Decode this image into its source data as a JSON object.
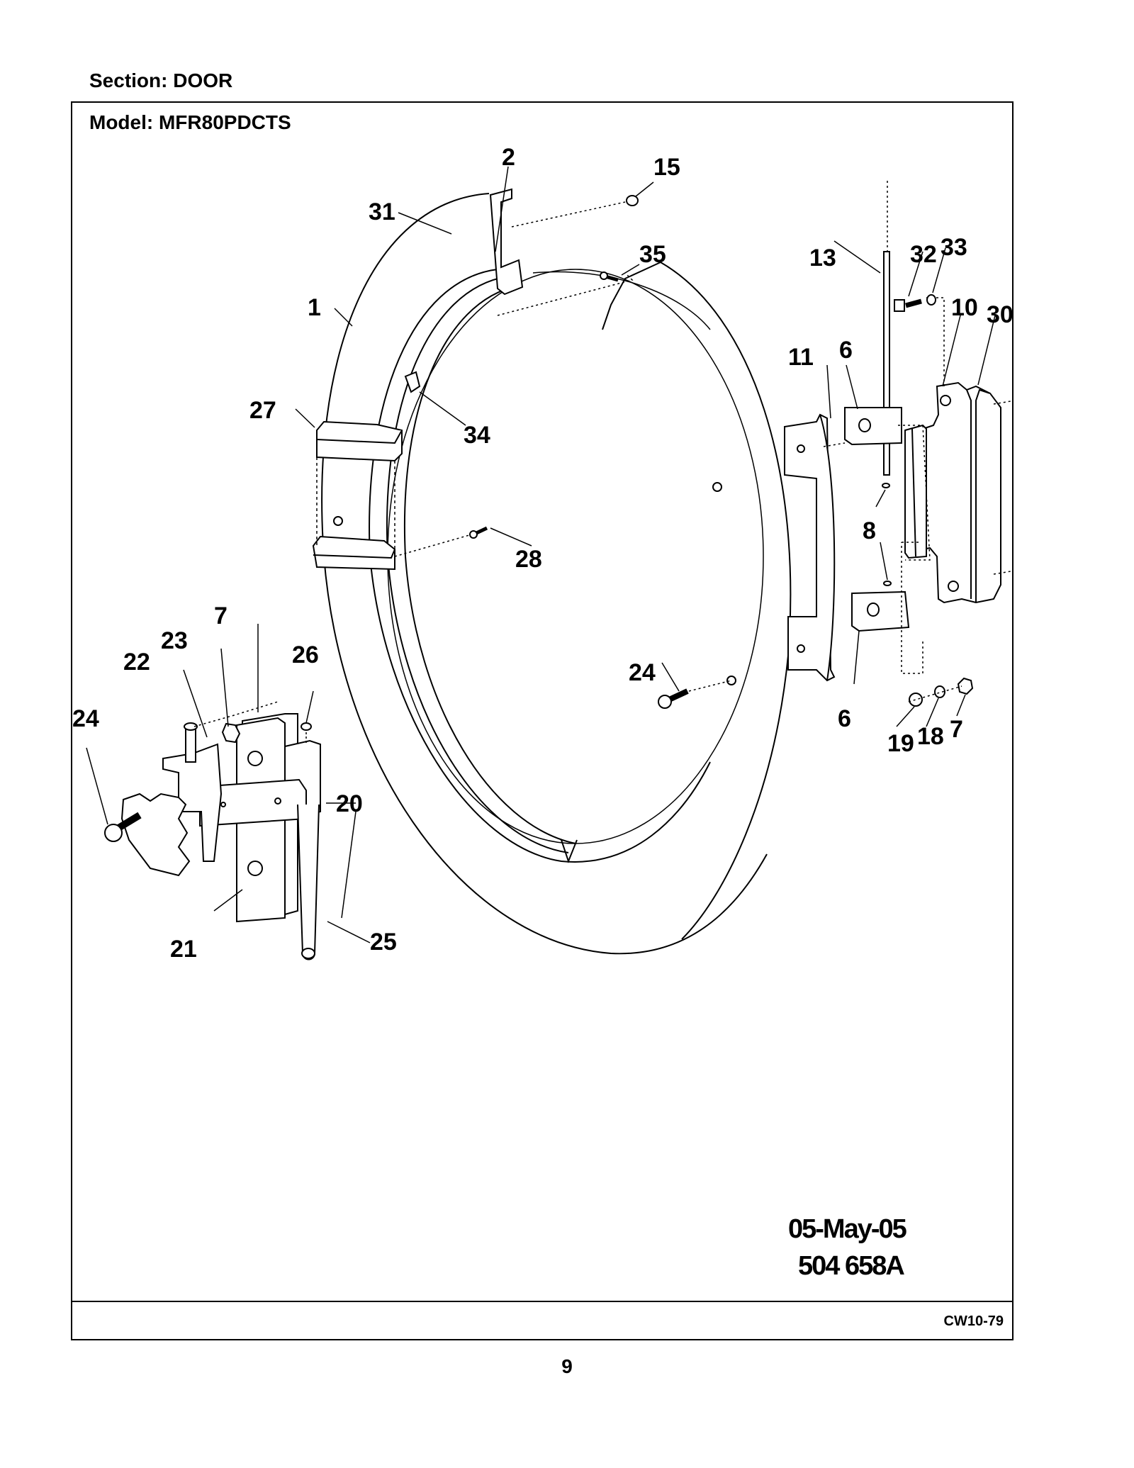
{
  "header": {
    "section": "Section:  DOOR",
    "model": "Model:  MFR80PDCTS"
  },
  "diagram": {
    "callouts": {
      "c1": "1",
      "c2": "2",
      "c6a": "6",
      "c6b": "6",
      "c7a": "7",
      "c7b": "7",
      "c8": "8",
      "c10": "10",
      "c11": "11",
      "c13": "13",
      "c15": "15",
      "c18": "18",
      "c19": "19",
      "c20": "20",
      "c21": "21",
      "c22": "22",
      "c23": "23",
      "c24a": "24",
      "c24b": "24",
      "c25": "25",
      "c26": "26",
      "c27": "27",
      "c28": "28",
      "c30": "30",
      "c31": "31",
      "c32": "32",
      "c33": "33",
      "c34": "34",
      "c35": "35"
    },
    "date": "05-May-05",
    "drawing_number": "504 658A"
  },
  "footer": {
    "code": "CW10-79",
    "page": "9"
  }
}
